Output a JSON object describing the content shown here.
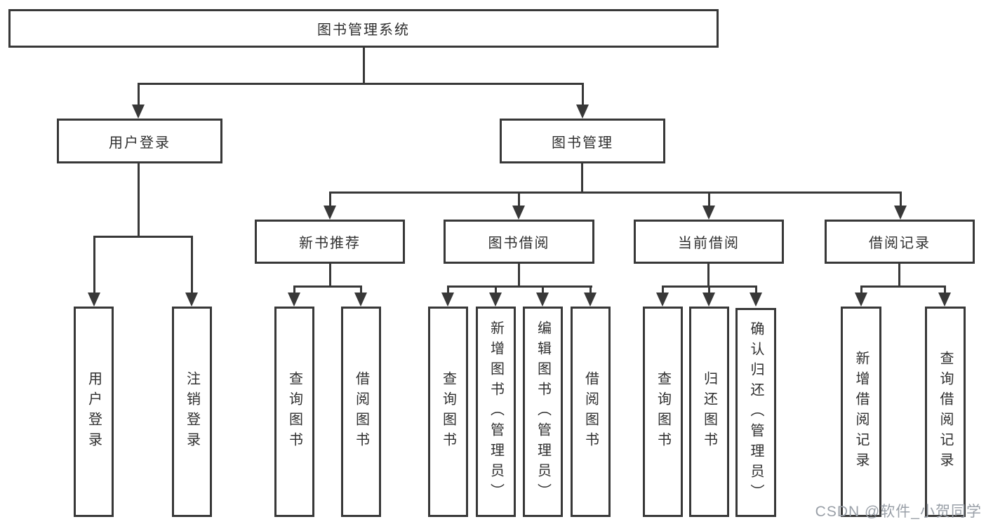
{
  "diagram": {
    "title": "图书管理系统",
    "level2": {
      "user_login": "用户登录",
      "book_management": "图书管理"
    },
    "level3": {
      "new_book_recommend": "新书推荐",
      "book_borrow": "图书借阅",
      "current_borrow": "当前借阅",
      "borrow_record": "借阅记录"
    },
    "leaves": {
      "user_login": [
        "用户登录",
        "注销登录"
      ],
      "new_book_recommend": [
        "查询图书",
        "借阅图书"
      ],
      "book_borrow": [
        "查询图书",
        "新增图书（管理员）",
        "编辑图书（管理员）",
        "借阅图书"
      ],
      "current_borrow": [
        "查询图书",
        "归还图书",
        "确认归还（管理员）"
      ],
      "borrow_record": [
        "新增借阅记录",
        "查询借阅记录"
      ]
    }
  },
  "colors": {
    "line": "#383838",
    "text": "#2f2f2f",
    "watermark": "#9aa0a8",
    "background": "#ffffff"
  },
  "watermark": "CSDN @软件_小贺同学"
}
